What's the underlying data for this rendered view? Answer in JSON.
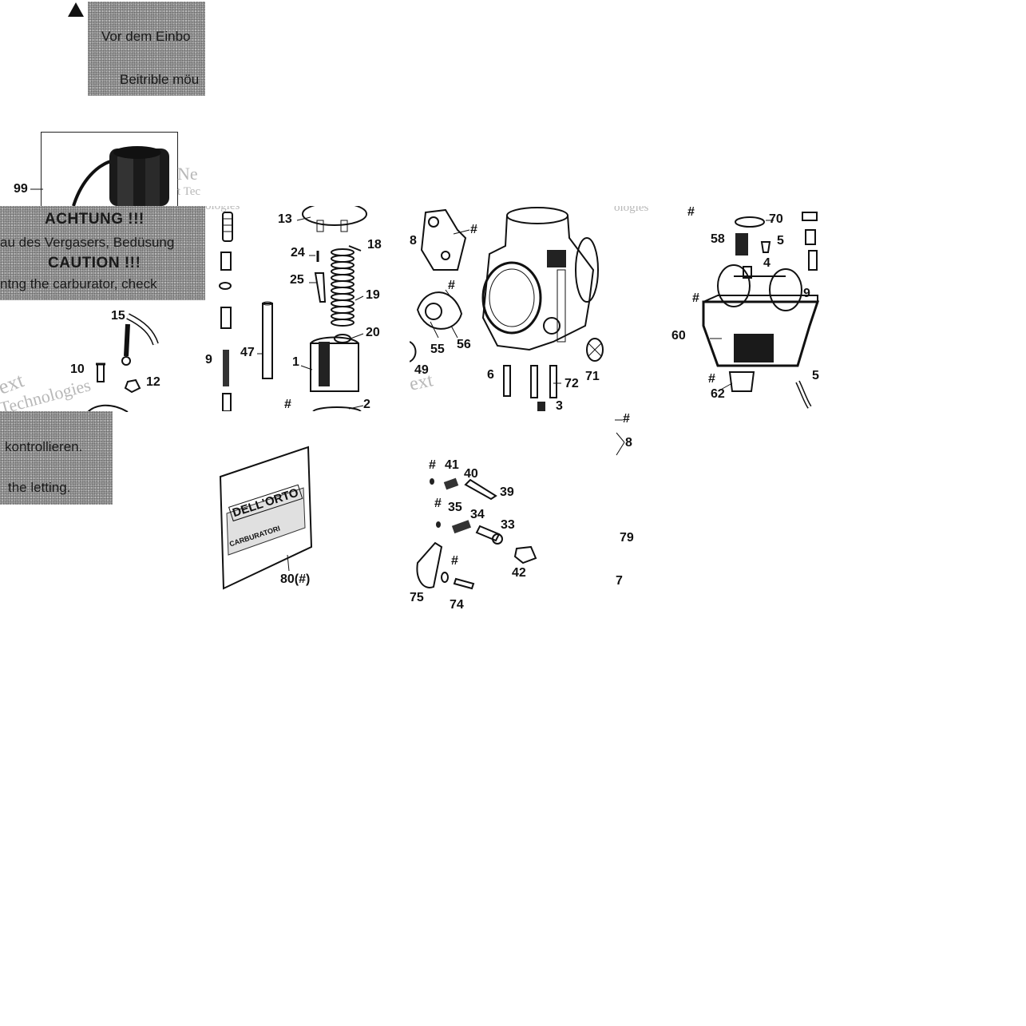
{
  "warning_top": {
    "line1": "Vor dem Einbo",
    "line2": "Beitrible möu"
  },
  "warning_band": {
    "title_de": "ACHTUNG !!!",
    "line_de": "au des Vergasers, Bedüsung",
    "title_en": "CAUTION !!!",
    "line_en": "ntng the carburator, check"
  },
  "warning_bottom": {
    "line_de": "kontrollieren.",
    "line_en": "the letting."
  },
  "watermarks": {
    "next": "ext",
    "technologies": "Technologies",
    "ologies": "ologies",
    "tec": "t Tec",
    "ne": "Ne"
  },
  "kit": {
    "brand": "DELL'ORTO",
    "caption": "CARBURATORI",
    "label": "80(#)"
  },
  "labels": {
    "p99": "99",
    "p15": "15",
    "p10": "10",
    "p12": "12",
    "p13": "13",
    "p24": "24",
    "p25": "25",
    "p18": "18",
    "p19": "19",
    "p20": "20",
    "p47": "47",
    "p1": "1",
    "p2": "2",
    "h1": "#",
    "p8a": "8",
    "p9a": "9",
    "p55": "55",
    "p56": "56",
    "p49": "49",
    "p6": "6",
    "p72": "72",
    "p71": "71",
    "p3": "3",
    "h2": "#",
    "h3": "#",
    "p70": "70",
    "p58": "58",
    "p5a": "5",
    "p4": "4",
    "p9b": "9",
    "p60": "60",
    "p62": "62",
    "p5b": "5",
    "h4": "#",
    "h5": "#",
    "h6": "#",
    "h7": "#",
    "p8b": "8",
    "p79": "79",
    "p67": "7",
    "p41": "41",
    "p40": "40",
    "p39": "39",
    "p35": "35",
    "p34": "34",
    "p33": "33",
    "p42": "42",
    "p75": "75",
    "p74": "74",
    "h8": "#",
    "h9": "#",
    "h10": "#"
  },
  "icons": [
    "warning-triangle-icon"
  ],
  "colors": {
    "panel_grey": "#9a9a9a",
    "ink": "#111111",
    "watermark": "#b8b8b8"
  }
}
